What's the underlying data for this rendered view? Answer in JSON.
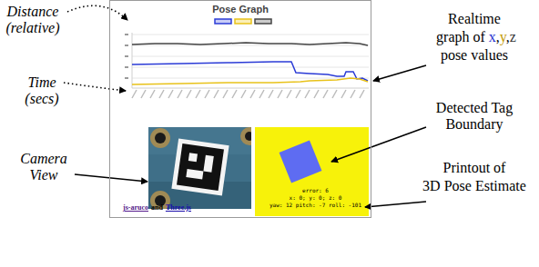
{
  "diagram": {
    "nodes": [
      {
        "text": [
          "Pose Graph",
          "js-aruco",
          "and",
          "Three.js"
        ]
      },
      {
        "text": [
          "error: 6",
          "x: 0; y: 0; z: 0",
          "yaw: 12 pitch: -7 roll: -101"
        ],
        "in": 0
      }
    ],
    "labels": [
      "Distance",
      "(relative)",
      "Time",
      "(secs)",
      "Camera",
      "View",
      "Realtime",
      "graph of",
      "x",
      ",",
      "y",
      ",",
      "z",
      "pose values",
      "Detected Tag",
      "Boundary",
      "Printout of",
      "3D Pose Estimate"
    ]
  }
}
